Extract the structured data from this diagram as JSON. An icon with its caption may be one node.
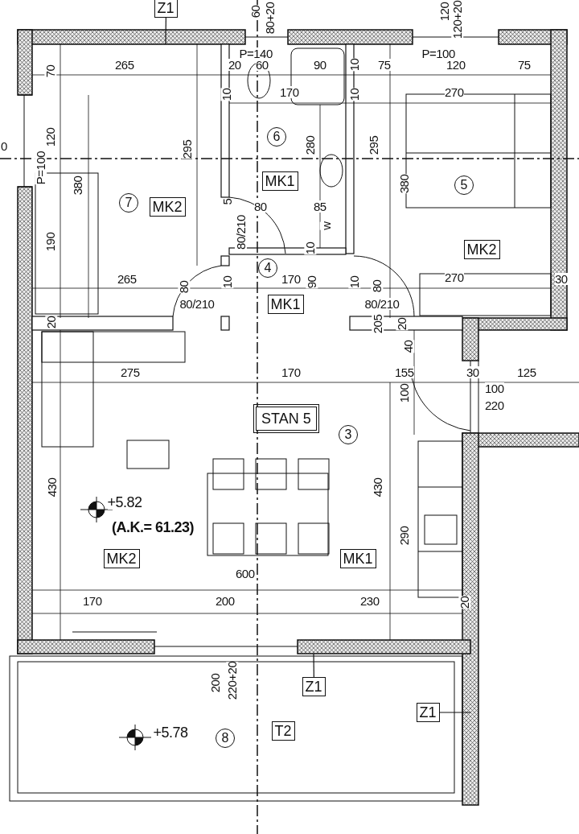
{
  "diagram": {
    "nodes": [
      {
        "text": [
          "Z1"
        ]
      },
      {
        "text": [
          "7"
        ]
      },
      {
        "text": [
          "MK2"
        ]
      },
      {
        "text": [
          "6"
        ]
      },
      {
        "text": [
          "MK1"
        ]
      },
      {
        "text": [
          "5"
        ]
      },
      {
        "text": [
          "MK2"
        ]
      },
      {
        "text": [
          "4"
        ]
      },
      {
        "text": [
          "MK1"
        ]
      },
      {
        "text": [
          "STAN 5"
        ]
      },
      {
        "text": [
          "3"
        ]
      },
      {
        "text": [
          "MK2"
        ]
      },
      {
        "text": [
          "MK1"
        ]
      },
      {
        "text": [
          "Z1"
        ]
      },
      {
        "text": [
          "T2"
        ]
      },
      {
        "text": [
          "Z1"
        ]
      },
      {
        "text": [
          "8"
        ]
      }
    ],
    "edges": [
      {
        "from": 0,
        "to": null,
        "arrow": "none"
      },
      {
        "from": 13,
        "to": null,
        "arrow": "none"
      },
      {
        "from": 15,
        "to": null,
        "arrow": "none"
      }
    ],
    "labels": [
      "60",
      "80+20",
      "120",
      "120+20",
      "P=140",
      "P=100",
      "265",
      "20",
      "60",
      "90",
      "10",
      "75",
      "120",
      "75",
      "70",
      "10",
      "170",
      "10",
      "270",
      "120",
      "0",
      "295",
      "280",
      "295",
      "P=100",
      "380",
      "380",
      "5",
      "80",
      "80/210",
      "85",
      "w",
      "190",
      "10",
      "265",
      "80",
      "10",
      "170",
      "90",
      "10",
      "80",
      "270",
      "30",
      "80/210",
      "80/210",
      "20",
      "205",
      "20",
      "40",
      "275",
      "170",
      "155",
      "30",
      "125",
      "100",
      "100",
      "220",
      "430",
      "430",
      "+5.82",
      "(A.K.= 61.23)",
      "290",
      "600",
      "170",
      "200",
      "230",
      "20",
      "200",
      "220+20",
      "+5.78"
    ]
  }
}
